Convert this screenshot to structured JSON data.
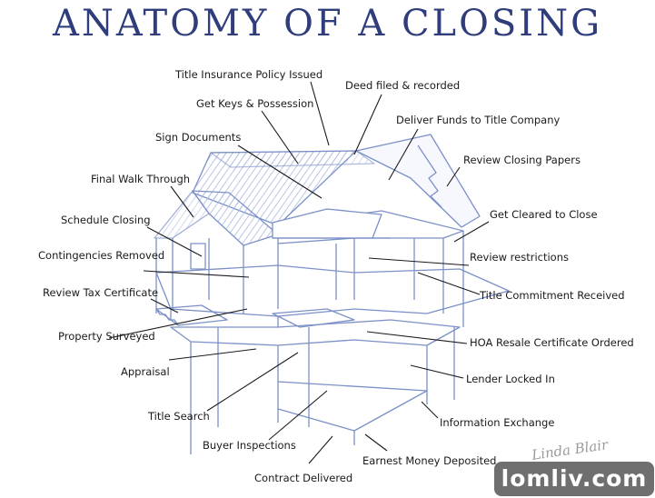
{
  "title": "ANATOMY OF A CLOSING",
  "labels": {
    "title_insurance": "Title Insurance Policy Issued",
    "get_keys": "Get Keys & Possession",
    "sign_documents": "Sign Documents",
    "final_walk": "Final Walk Through",
    "schedule_closing": "Schedule Closing",
    "contingencies": "Contingencies Removed",
    "review_tax": "Review Tax Certificate",
    "property_surveyed": "Property Surveyed",
    "appraisal": "Appraisal",
    "title_search": "Title Search",
    "buyer_inspections": "Buyer Inspections",
    "contract_delivered": "Contract Delivered",
    "deed_filed": "Deed filed & recorded",
    "deliver_funds": "Deliver Funds to Title Company",
    "review_closing_papers": "Review Closing Papers",
    "get_cleared": "Get Cleared to Close",
    "review_restrictions": "Review restrictions",
    "title_commitment": "Title Commitment Received",
    "hoa_resale": "HOA Resale Certificate Ordered",
    "lender_locked": "Lender Locked In",
    "information_exchange": "Information Exchange",
    "earnest_money": "Earnest Money Deposited"
  },
  "signature": "Linda Blair",
  "watermark": "lomliv.com",
  "colors": {
    "title": "#2f3d7c",
    "house_lines": "#7c90c8",
    "hatch": "#aab8e0",
    "leader": "#1a1a1a"
  }
}
